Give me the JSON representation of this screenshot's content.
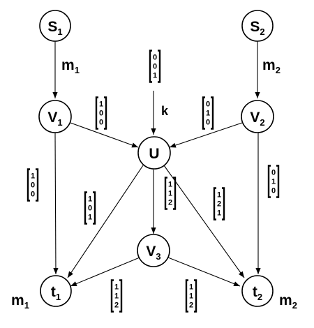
{
  "nodes": {
    "s1": {
      "main": "S",
      "sub": "1"
    },
    "s2": {
      "main": "S",
      "sub": "2"
    },
    "v1": {
      "main": "V",
      "sub": "1"
    },
    "v2": {
      "main": "V",
      "sub": "2"
    },
    "u": {
      "main": "U",
      "sub": ""
    },
    "v3": {
      "main": "V",
      "sub": "3"
    },
    "t1": {
      "main": "t",
      "sub": "1"
    },
    "t2": {
      "main": "t",
      "sub": "2"
    }
  },
  "edge_labels": {
    "s1_v1": {
      "main": "m",
      "sub": "1"
    },
    "s2_v2": {
      "main": "m",
      "sub": "2"
    },
    "k": {
      "main": "k",
      "sub": ""
    },
    "t1_out": {
      "main": "m",
      "sub": "1"
    },
    "t2_out": {
      "main": "m",
      "sub": "2"
    }
  },
  "vectors": {
    "k_vec": [
      "0",
      "0",
      "1"
    ],
    "v1_u": [
      "1",
      "0",
      "0"
    ],
    "v2_u": [
      "0",
      "1",
      "0"
    ],
    "v1_t1": [
      "1",
      "0",
      "0"
    ],
    "u_t1": [
      "1",
      "0",
      "1"
    ],
    "u_v3": [
      "1",
      "1",
      "2"
    ],
    "u_t2": [
      "1",
      "2",
      "1"
    ],
    "v2_t2": [
      "0",
      "1",
      "0"
    ],
    "v3_t1": [
      "1",
      "1",
      "2"
    ],
    "v3_t2": [
      "1",
      "1",
      "2"
    ]
  }
}
